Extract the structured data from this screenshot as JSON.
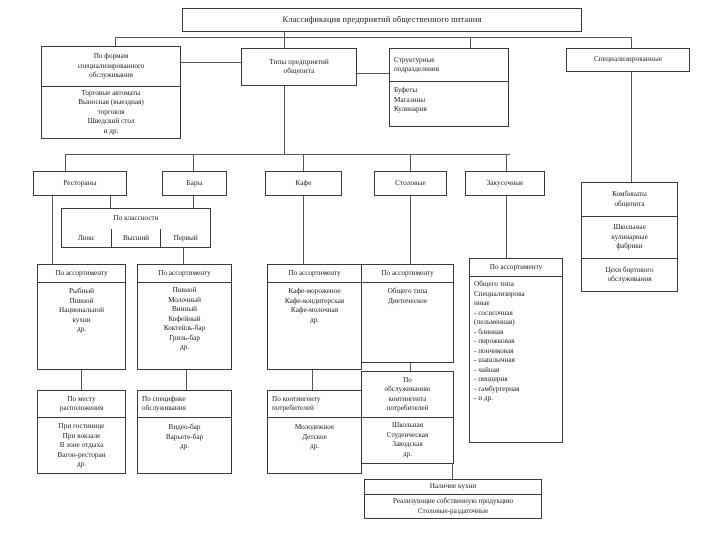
{
  "document": {
    "title": "Классификация предприятий общественного питания",
    "language": "ru"
  },
  "title_box": {
    "label": "Классификация предприятий общественного питания"
  },
  "level2": {
    "forms": {
      "header": [
        "По формам",
        "специализированного",
        "обслуживания"
      ],
      "items": [
        "Торговые автоматы",
        "Выносная (выездная)",
        "торговля",
        "Шведский стол",
        "и др."
      ]
    },
    "types": {
      "header": [
        "Типы предприятий",
        "общепита"
      ]
    },
    "units": {
      "header": [
        "Структурные",
        "подразделения"
      ],
      "items": [
        "Буфеты",
        "Магазины",
        "Кулинария"
      ]
    },
    "specialized": {
      "label": "Специализированные"
    }
  },
  "types_row": [
    {
      "label": "Рестораны"
    },
    {
      "label": "Бары"
    },
    {
      "label": "Кафе"
    },
    {
      "label": "Столовые"
    },
    {
      "label": "Закусочные"
    }
  ],
  "class_box": {
    "header": "По классности",
    "classes": [
      "Люкс",
      "Высший",
      "Первый"
    ]
  },
  "specialized_column": {
    "cells": [
      [
        "Комбинаты",
        "общепита"
      ],
      [
        "Школьные",
        "кулинарные",
        "фабрики"
      ],
      [
        "Цехи бортового",
        "обслуживания"
      ]
    ]
  },
  "assortment": {
    "restaurants": {
      "header": "По ассортименту",
      "items": [
        "Рыбный",
        "Пивной",
        "Национальной",
        "кухни",
        "др."
      ]
    },
    "bars": {
      "header": "По ассортименту",
      "items": [
        "Пивной",
        "Молочный",
        "Винный",
        "Кофейный",
        "Коктейль-бар",
        "Гриль-бар",
        "др."
      ]
    },
    "cafes": {
      "header": "По ассортименту",
      "items": [
        "Кафе-мороженое",
        "Кафе-кондитерская",
        "Кафе-молочная",
        "др."
      ]
    },
    "canteens": {
      "header": "По ассортименту",
      "items": [
        "Общего типа",
        "Диетическое"
      ]
    },
    "snackbars": {
      "header": "По ассортименту",
      "items": [
        "Общего типа",
        "Специализирова",
        "нные",
        "- сосисочная",
        "(пельменная)",
        "- блинная",
        "- пирожковая",
        "- пончиковая",
        "- шашлычная",
        "- чайная",
        "- пиццерия",
        "- гамбургерная",
        "- и др."
      ]
    }
  },
  "secondary": {
    "restaurants_location": {
      "header": [
        "По месту",
        "расположения"
      ],
      "items": [
        "При гостинице",
        "При вокзале",
        "В зоне отдыха",
        "Вагон-ресторан",
        "др."
      ]
    },
    "bars_service": {
      "header": [
        "По специфике",
        "обслуживания"
      ],
      "items": [
        "Видео-бар",
        "Варьете-бар",
        "др."
      ]
    },
    "cafes_audience": {
      "header": [
        "По контингенту",
        "потребителей"
      ],
      "items": [
        "Молодежное",
        "Детское",
        "др."
      ]
    },
    "canteens_audience": {
      "header": [
        "По",
        "обслуживанию",
        "контингента",
        "потребителей"
      ],
      "items": [
        "Школьная",
        "Студенческая",
        "Заводская",
        "др."
      ]
    }
  },
  "kitchen": {
    "header": "Наличие кухни",
    "items": [
      "Реализующие собственную продукцию",
      "Столовые-раздаточные"
    ]
  }
}
